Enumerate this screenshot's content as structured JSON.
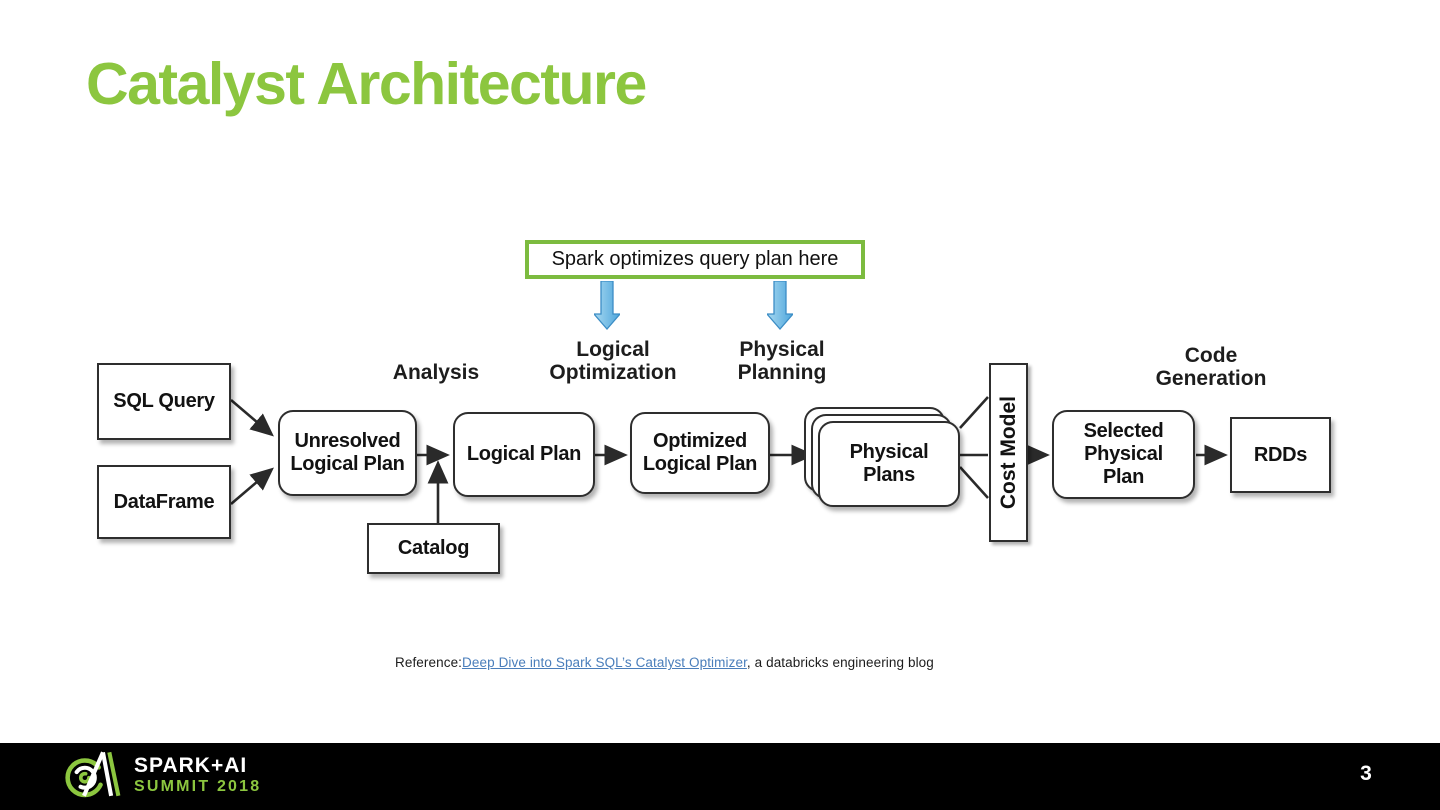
{
  "colors": {
    "title_green": "#8CC63F",
    "callout_border_green": "#7CBB3F",
    "blue_arrow_fill": "#4DA6DC",
    "blue_arrow_light": "#A8D8F0",
    "blue_arrow_stroke": "#3C8DC5",
    "link_blue": "#4A7EBB",
    "footer_background": "#000000",
    "footer_green": "#8CC63F",
    "diagram_ink": "#2A2A2A"
  },
  "slide": {
    "title": "Catalyst Architecture",
    "page_number": "3"
  },
  "callout": {
    "text": "Spark optimizes query plan here"
  },
  "diagram": {
    "stage_labels": [
      {
        "id": "analysis",
        "label": "Analysis"
      },
      {
        "id": "logical-optimization",
        "label": "Logical\nOptimization"
      },
      {
        "id": "physical-planning",
        "label": "Physical\nPlanning"
      },
      {
        "id": "code-generation",
        "label": "Code\nGeneration"
      }
    ],
    "nodes": [
      {
        "id": "sql-query",
        "label": "SQL Query",
        "shape": "rect"
      },
      {
        "id": "dataframe",
        "label": "DataFrame",
        "shape": "rect"
      },
      {
        "id": "unresolved-logical-plan",
        "label": "Unresolved Logical Plan",
        "shape": "rounded"
      },
      {
        "id": "catalog",
        "label": "Catalog",
        "shape": "rect"
      },
      {
        "id": "logical-plan",
        "label": "Logical Plan",
        "shape": "rounded"
      },
      {
        "id": "optimized-logical-plan",
        "label": "Optimized Logical Plan",
        "shape": "rounded"
      },
      {
        "id": "physical-plans",
        "label": "Physical Plans",
        "shape": "rounded-stack"
      },
      {
        "id": "cost-model",
        "label": "Cost Model",
        "shape": "vertical-rect"
      },
      {
        "id": "selected-physical-plan",
        "label": "Selected Physical Plan",
        "shape": "rounded"
      },
      {
        "id": "rdds",
        "label": "RDDs",
        "shape": "rect"
      }
    ]
  },
  "reference": {
    "prefix": "Reference:",
    "link_text": "Deep Dive into Spark SQL’s Catalyst Optimizer",
    "suffix": ", a databricks engineering blog"
  },
  "footer": {
    "brand_line1": "SPARK+AI",
    "brand_line2": "SUMMIT 2018"
  }
}
